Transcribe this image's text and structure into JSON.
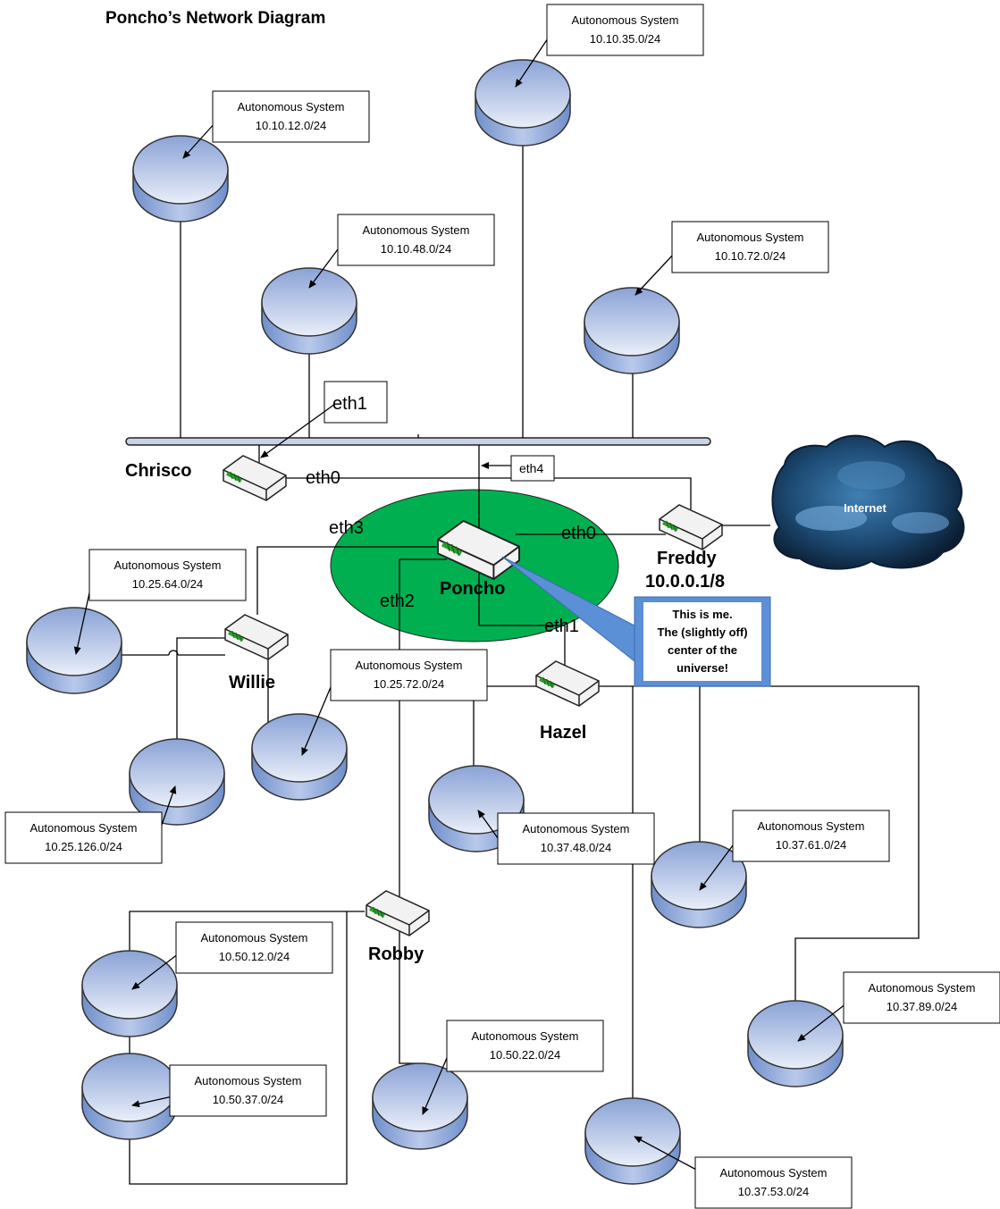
{
  "title": "Poncho’s Network Diagram",
  "as_label": "Autonomous System",
  "subnets": {
    "s1035": "10.10.35.0/24",
    "s1012": "10.10.12.0/24",
    "s1048": "10.10.48.0/24",
    "s1072": "10.10.72.0/24",
    "s2564": "10.25.64.0/24",
    "s2572": "10.25.72.0/24",
    "s25126": "10.25.126.0/24",
    "s3748": "10.37.48.0/24",
    "s3761": "10.37.61.0/24",
    "s5012": "10.50.12.0/24",
    "s3789": "10.37.89.0/24",
    "s5022": "10.50.22.0/24",
    "s5037": "10.50.37.0/24",
    "s3753": "10.37.53.0/24"
  },
  "interfaces": {
    "eth1_top": "eth1",
    "chrisco_eth0": "eth0",
    "eth4": "eth4",
    "eth3": "eth3",
    "freddy_eth0": "eth0",
    "eth2": "eth2",
    "eth1_hazel": "eth1"
  },
  "routers": {
    "chrisco": "Chrisco",
    "poncho": "Poncho",
    "freddy": "Freddy",
    "freddy_ip": "10.0.0.1/8",
    "willie": "Willie",
    "hazel": "Hazel",
    "robby": "Robby"
  },
  "internet": "Internet",
  "callout": [
    "This is me.",
    "The (slightly off)",
    "center of the",
    "universe!"
  ],
  "colors": {
    "cylinder_top": "#dbe5f7",
    "cylinder_mid": "#8fa8d8",
    "cylinder_stroke": "#3a3a3a",
    "green_zone": "#00b050",
    "callout_fill": "#5b8fd6",
    "bus": "#c8d3e8"
  }
}
